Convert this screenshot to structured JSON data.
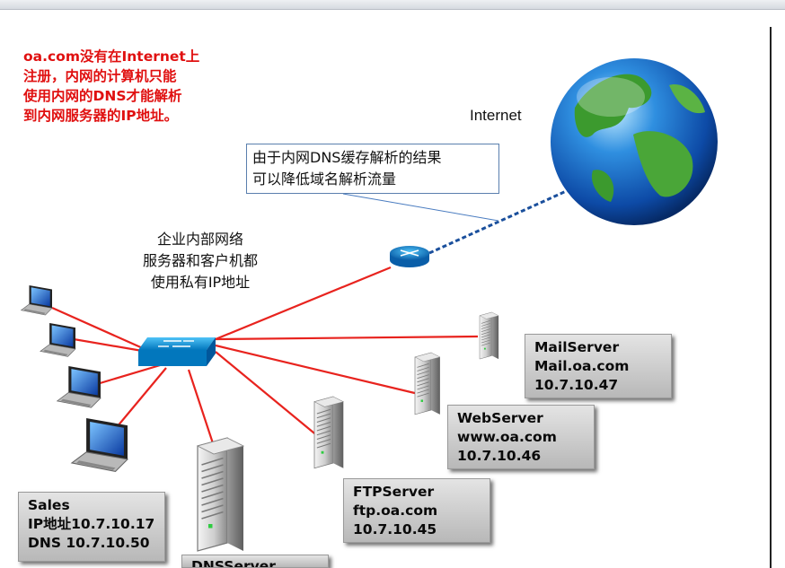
{
  "note": "oa.com没有在Internet上\n注册，内网的计算机只能\n使用内网的DNS才能解析\n到内网服务器的IP地址。",
  "internet_label": "Internet",
  "callout": "由于内网DNS缓存解析的结果\n可以降低域名解析流量",
  "network_label": "企业内部网络\n服务器和客户机都\n使用私有IP地址",
  "colors": {
    "link": "#e8231e",
    "wan_link": "#1a4f9c",
    "note_text": "#e01010"
  },
  "servers": [
    {
      "id": "mail",
      "name": "MailServer",
      "host": "Mail.oa.com",
      "ip": "10.7.10.47"
    },
    {
      "id": "web",
      "name": "WebServer",
      "host": "www.oa.com",
      "ip": "10.7.10.46"
    },
    {
      "id": "ftp",
      "name": "FTPServer",
      "host": "ftp.oa.com",
      "ip": "10.7.10.45"
    },
    {
      "id": "dns",
      "name": "DNSServer"
    }
  ],
  "sales": {
    "name": "Sales",
    "ip": "IP地址10.7.10.17",
    "dns": "DNS 10.7.10.50"
  },
  "icons": [
    "globe-icon",
    "router-icon",
    "switch-icon",
    "laptop-icon",
    "server-icon"
  ]
}
